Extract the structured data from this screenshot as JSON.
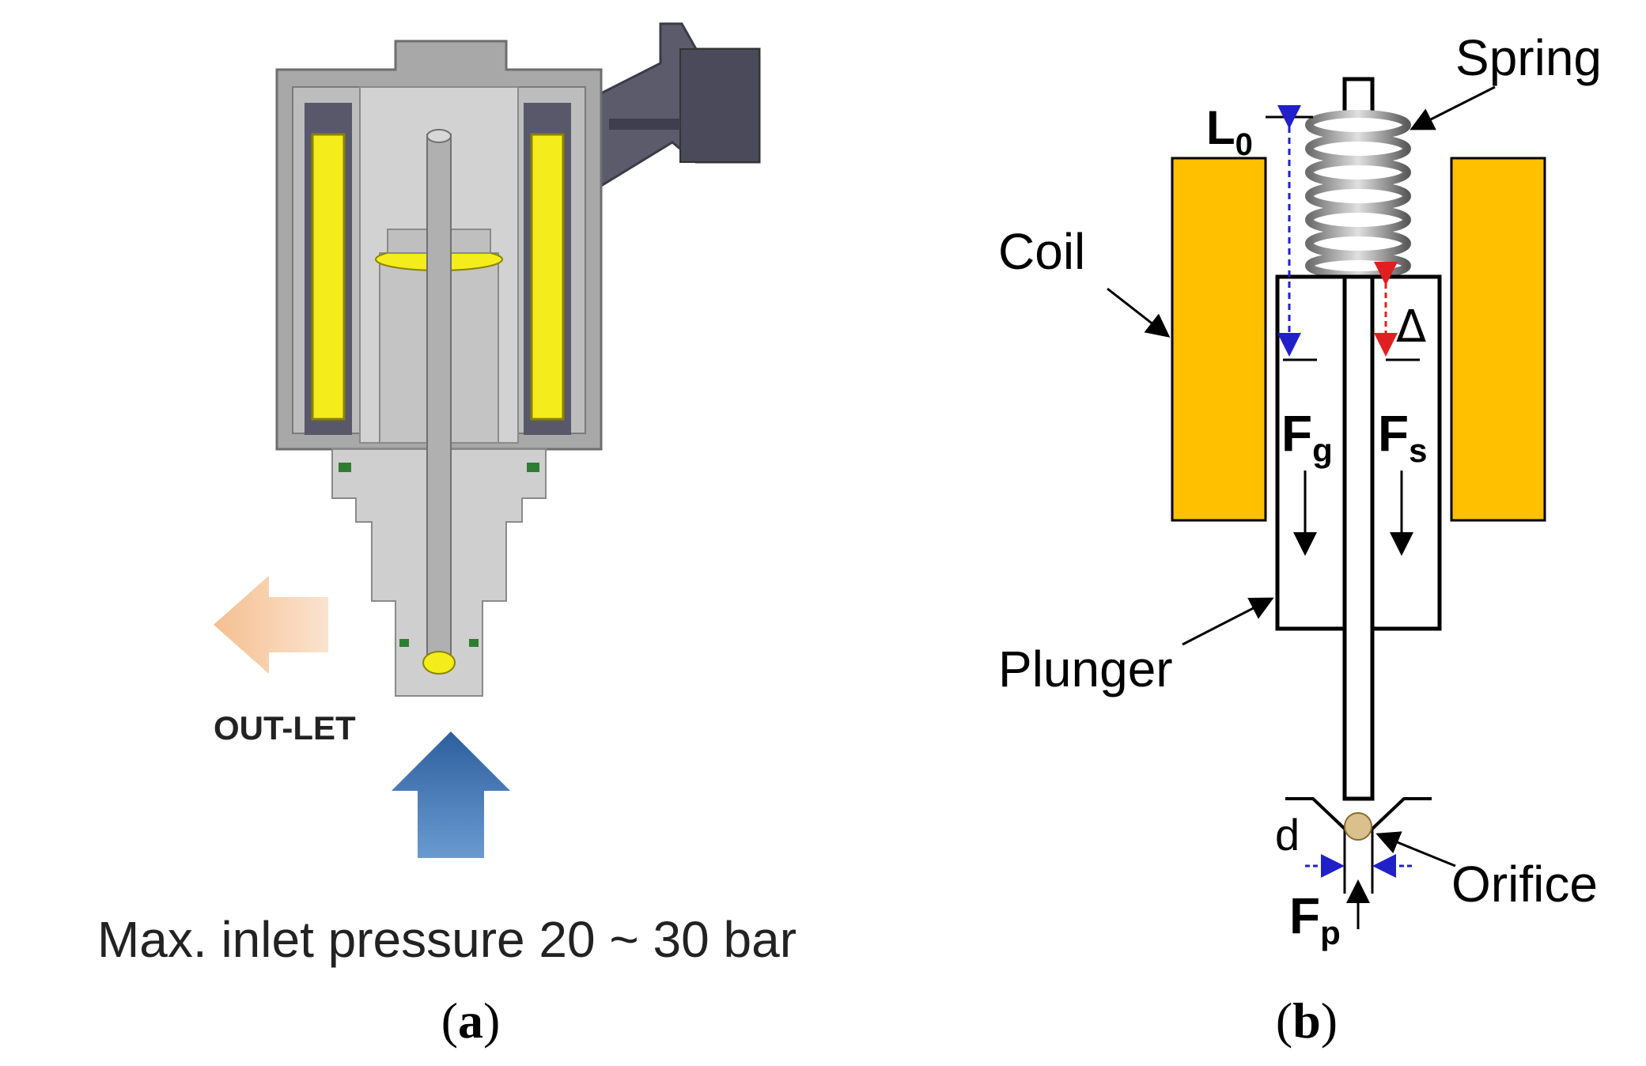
{
  "panel_a": {
    "outlet_label": "OUT-LET",
    "inlet_pressure_label": "Max. inlet pressure 20 ~ 30 bar",
    "caption_letter": "a",
    "colors": {
      "housing": "#9a9a9a",
      "body": "#c8c8c8",
      "coil": "#f5ec1b",
      "connector": "#5b5b6b",
      "outlet_arrow": "#f7c9a0",
      "inlet_arrow": "#3f74b3",
      "oring": "#2e7d32"
    }
  },
  "panel_b": {
    "labels": {
      "spring": "Spring",
      "coil": "Coil",
      "plunger": "Plunger",
      "orifice": "Orifice",
      "l_main": "L",
      "l_sub": "0",
      "delta": "Δ",
      "fg_main": "F",
      "fg_sub": "g",
      "fs_main": "F",
      "fs_sub": "s",
      "fp_main": "F",
      "fp_sub": "p",
      "d": "d"
    },
    "caption_letter": "b",
    "colors": {
      "coil": "#ffc000",
      "ball": "#d9c08c",
      "blue_dim": "#2020c8",
      "red_dim": "#e02020"
    }
  }
}
